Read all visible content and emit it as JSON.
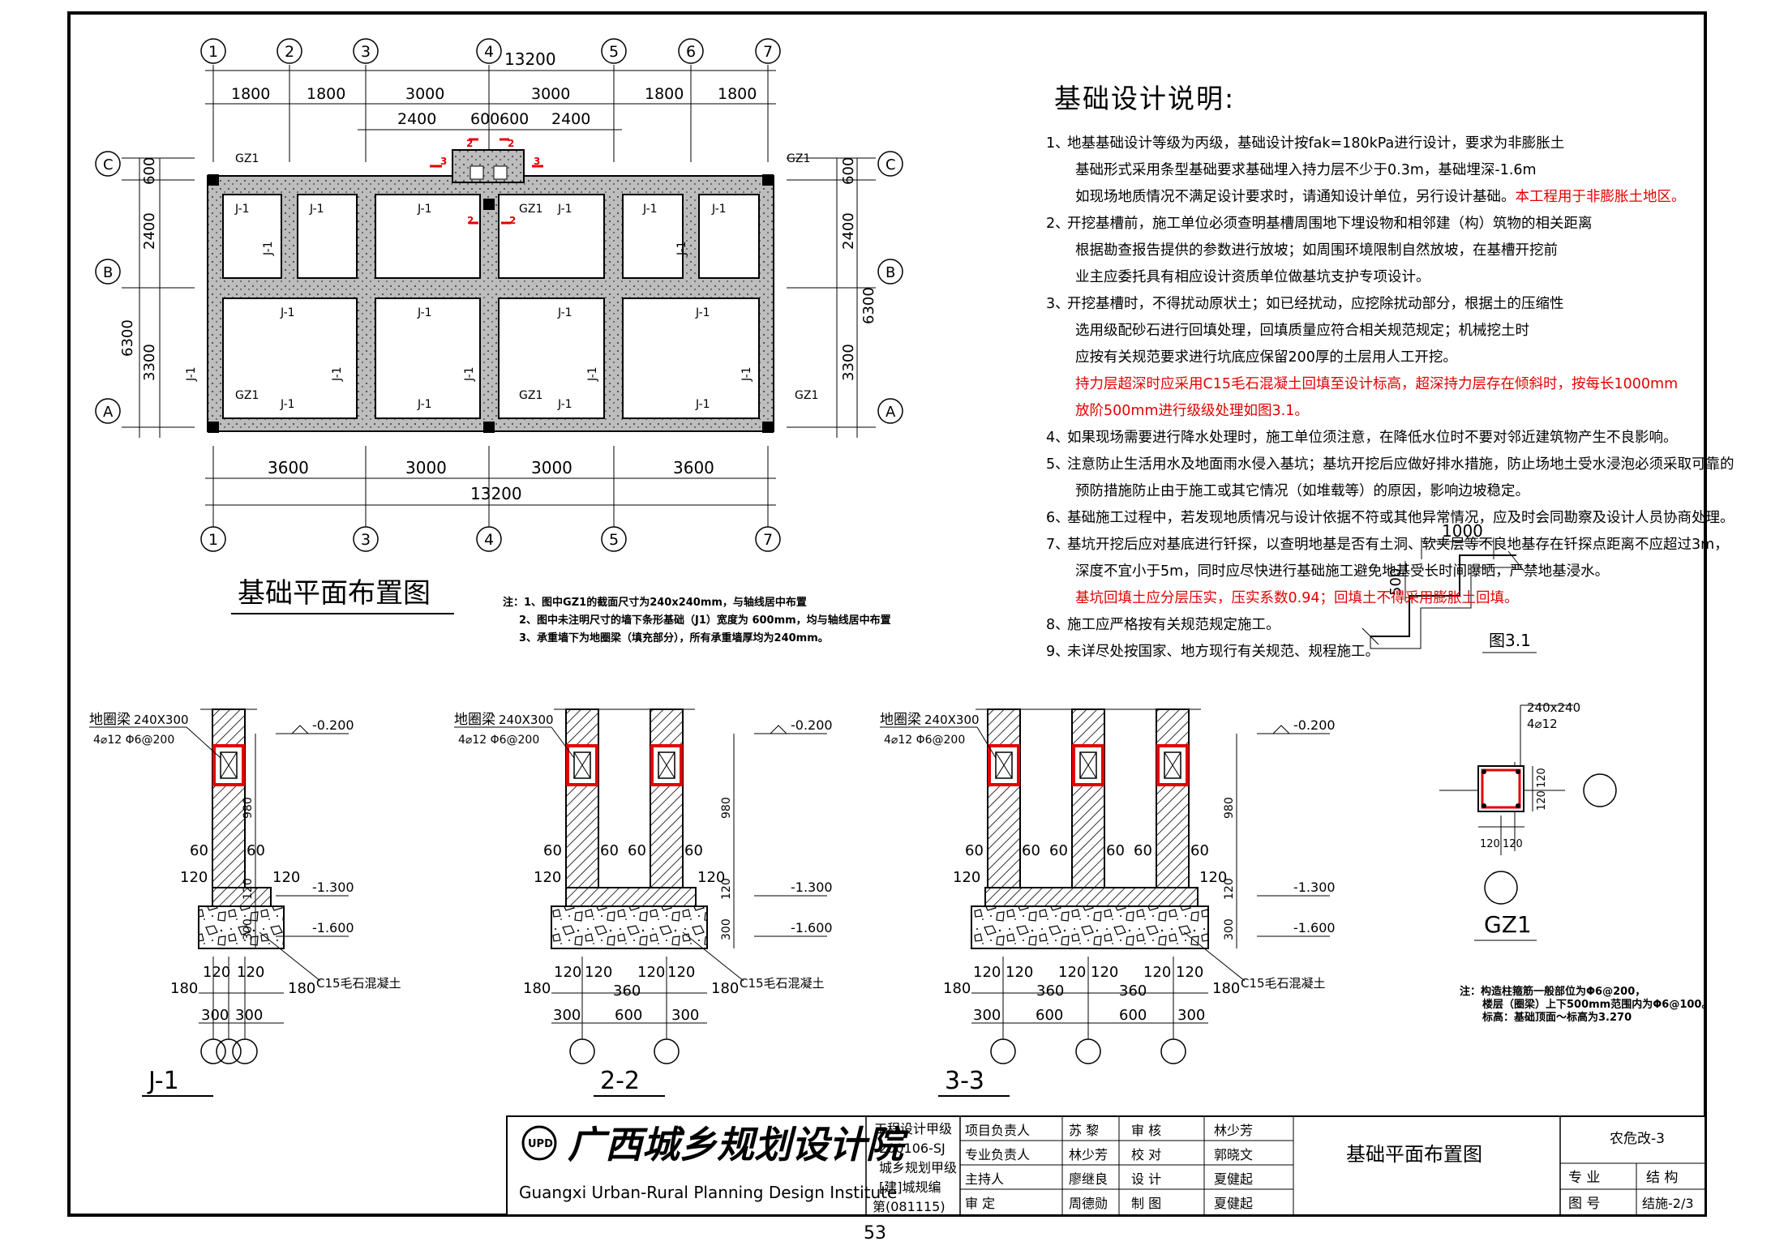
{
  "plan": {
    "title": "基础平面布置图",
    "total_width": "13200",
    "total_depth": "6300",
    "top_axes": [
      "1",
      "2",
      "3",
      "4",
      "5",
      "6",
      "7"
    ],
    "bottom_axes": [
      "1",
      "3",
      "4",
      "5",
      "7"
    ],
    "side_axes": [
      "C",
      "B",
      "A"
    ],
    "top_dims": [
      "1800",
      "1800",
      "3000",
      "3000",
      "1800",
      "1800"
    ],
    "top_sub_dims": [
      "2400",
      "600",
      "600",
      "2400"
    ],
    "bottom_dims": [
      "3600",
      "3000",
      "3000",
      "3600"
    ],
    "left_dims": [
      "600",
      "2400",
      "3300"
    ],
    "right_dims": [
      "600",
      "2400",
      "3300"
    ],
    "footing_label": "J-1",
    "column_label": "GZ1",
    "section_marks": [
      "2",
      "3"
    ],
    "notes": [
      "注：1、图中GZ1的截面尺寸为240x240mm，与轴线居中布置",
      "2、图中未注明尺寸的墙下条形基础（J1）宽度为 600mm，均与轴线居中布置",
      "3、承重墙下为地圈梁（填充部分），所有承重墙厚均为240mm。"
    ]
  },
  "design_notes": {
    "title": "基础设计说明:",
    "items": [
      {
        "num": "1、",
        "lines": [
          {
            "text": "地基基础设计等级为丙级，基础设计按fak=180kPa进行设计，要求为非膨胀土",
            "red": ""
          },
          {
            "text": "基础形式采用条型基础要求基础埋入持力层不少于0.3m，基础埋深-1.6m",
            "red": ""
          },
          {
            "text": "如现场地质情况不满足设计要求时，请通知设计单位，另行设计基础。",
            "red": "本工程用于非膨胀土地区。"
          }
        ]
      },
      {
        "num": "2、",
        "lines": [
          {
            "text": "开挖基槽前，施工单位必须查明基槽周围地下埋设物和相邻建（构）筑物的相关距离",
            "red": ""
          },
          {
            "text": "根据勘查报告提供的参数进行放坡；如周围环境限制自然放坡，在基槽开挖前",
            "red": ""
          },
          {
            "text": "业主应委托具有相应设计资质单位做基坑支护专项设计。",
            "red": ""
          }
        ]
      },
      {
        "num": "3、",
        "lines": [
          {
            "text": "开挖基槽时，不得扰动原状土；如已经扰动，应挖除扰动部分，根据土的压缩性",
            "red": ""
          },
          {
            "text": "选用级配砂石进行回填处理，回填质量应符合相关规范规定；机械挖土时",
            "red": ""
          },
          {
            "text": "应按有关规范要求进行坑底应保留200厚的土层用人工开挖。",
            "red": ""
          },
          {
            "text": "",
            "red": "持力层超深时应采用C15毛石混凝土回填至设计标高，超深持力层存在倾斜时，按每长1000mm"
          },
          {
            "text": "",
            "red": "放阶500mm进行级级处理如图3.1。"
          }
        ]
      },
      {
        "num": "4、",
        "lines": [
          {
            "text": "如果现场需要进行降水处理时，施工单位须注意，在降低水位时不要对邻近建筑物产生不良影响。",
            "red": ""
          }
        ]
      },
      {
        "num": "5、",
        "lines": [
          {
            "text": "注意防止生活用水及地面雨水侵入基坑；基坑开挖后应做好排水措施，防止场地土受水浸泡必须采取可靠的",
            "red": ""
          },
          {
            "text": "预防措施防止由于施工或其它情况（如堆载等）的原因，影响边坡稳定。",
            "red": ""
          }
        ]
      },
      {
        "num": "6、",
        "lines": [
          {
            "text": "基础施工过程中，若发现地质情况与设计依据不符或其他异常情况，应及时会同勘察及设计人员协商处理。",
            "red": ""
          }
        ]
      },
      {
        "num": "7、",
        "lines": [
          {
            "text": "基坑开挖后应对基底进行钎探，以查明地基是否有土洞、软夹层等不良地基存在钎探点距离不应超过3m，",
            "red": ""
          },
          {
            "text": "深度不宜小于5m，同时应尽快进行基础施工避免地基受长时间曝晒，严禁地基浸水。",
            "red": ""
          },
          {
            "text": "",
            "red": "基坑回填土应分层压实，压实系数0.94；回填土不得采用膨胀土回填。"
          }
        ]
      },
      {
        "num": "8、",
        "lines": [
          {
            "text": "施工应严格按有关规范规定施工。",
            "red": ""
          }
        ]
      },
      {
        "num": "9、",
        "lines": [
          {
            "text": "未详尽处按国家、地方现行有关规范、规程施工。",
            "red": ""
          }
        ]
      }
    ]
  },
  "fig31": {
    "caption": "图3.1",
    "dim_horizontal": "1000",
    "dim_vertical": "500"
  },
  "sections": {
    "ring_beam_label": "地圈梁",
    "ring_beam_size": "240X300",
    "ring_beam_rebar": "4⌀12  Φ6@200",
    "concrete_label": "C15毛石混凝土",
    "elev_top": "-0.200",
    "elev_mid": "-1.300",
    "elev_bottom": "-1.600",
    "dim_980": "980",
    "dim_120": "120",
    "dim_300": "300",
    "dim_60": "60",
    "dim_180": "180",
    "dim_360": "360",
    "dim_600": "600",
    "titles": [
      "J-1",
      "2-2",
      "3-3"
    ]
  },
  "gz1": {
    "size": "240x240",
    "rebar": "4⌀12",
    "dim": "120",
    "title": "GZ1",
    "notes": [
      "注：构造柱箍筋一般部位为Φ6@200，",
      "楼层（圈梁）上下500mm范围内为Φ6@100。",
      "标高：基础顶面～标高为3.270"
    ]
  },
  "title_block": {
    "institute_cn": "广西城乡规划设计院",
    "institute_en": "Guangxi Urban-Rural Planning Design Institute",
    "logo_text": "UPD",
    "qualification": [
      "工程设计甲级",
      "200106-SJ",
      "城乡规划甲级",
      "[建]城规编",
      "第(081115)"
    ],
    "roles": [
      {
        "role": "项目负责人",
        "name": "苏  黎",
        "role2": "审  核",
        "name2": "林少芳"
      },
      {
        "role": "专业负责人",
        "name": "林少芳",
        "role2": "校  对",
        "name2": "郭晓文"
      },
      {
        "role": "主持人",
        "name": "廖继良",
        "role2": "设  计",
        "name2": "夏健起"
      },
      {
        "role": "审  定",
        "name": "周德勋",
        "role2": "制  图",
        "name2": "夏健起"
      }
    ],
    "drawing_title": "基础平面布置图",
    "project": "农危改-3",
    "major_label": "专  业",
    "major": "结  构",
    "drawing_no_label": "图  号",
    "drawing_no": "结施-2/3"
  },
  "page_number": "53"
}
